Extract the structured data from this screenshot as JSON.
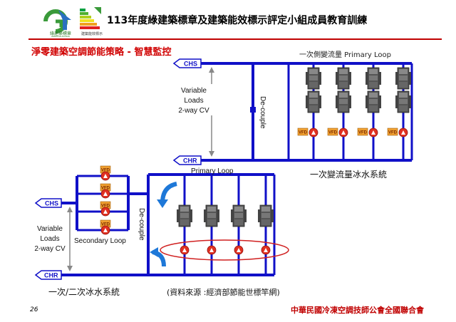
{
  "header": {
    "title": "113年度綠建築標章及建築能效標示評定小組成員教育訓練",
    "logo_text": "綠建築標章",
    "logo_sub": "GREEN BUILDING",
    "label_logo_text": "建築能效標示"
  },
  "subtitle": "淨零建築空調節能策略 - 智慧監控",
  "diagram_top": {
    "loop_label": "一次側變流量 Primary Loop",
    "chs": "CHS",
    "chr": "CHR",
    "loads_line1": "Variable",
    "loads_line2": "Loads",
    "loads_line3": "2-way CV",
    "decouple": "De-couple",
    "vfd": "VFD",
    "caption": "一次變流量冰水系統"
  },
  "diagram_bottom": {
    "primary_loop": "Primary Loop",
    "secondary_loop": "Secondary Loop",
    "chs": "CHS",
    "chr": "CHR",
    "loads_line1": "Variable",
    "loads_line2": "Loads",
    "loads_line3": "2-way CV",
    "decouple": "De-couple",
    "vfd": "VFD",
    "caption": "一次/二次冰水系統",
    "source": "(資料來源 :經濟部節能世標竿網)"
  },
  "footer": {
    "page_number": "26",
    "organization": "中華民國冷凍空調技師公會全國聯合會"
  },
  "colors": {
    "pipe": "#1010c8",
    "accent": "#c00000",
    "pump": "#e03020",
    "vfd": "#f0a030"
  }
}
